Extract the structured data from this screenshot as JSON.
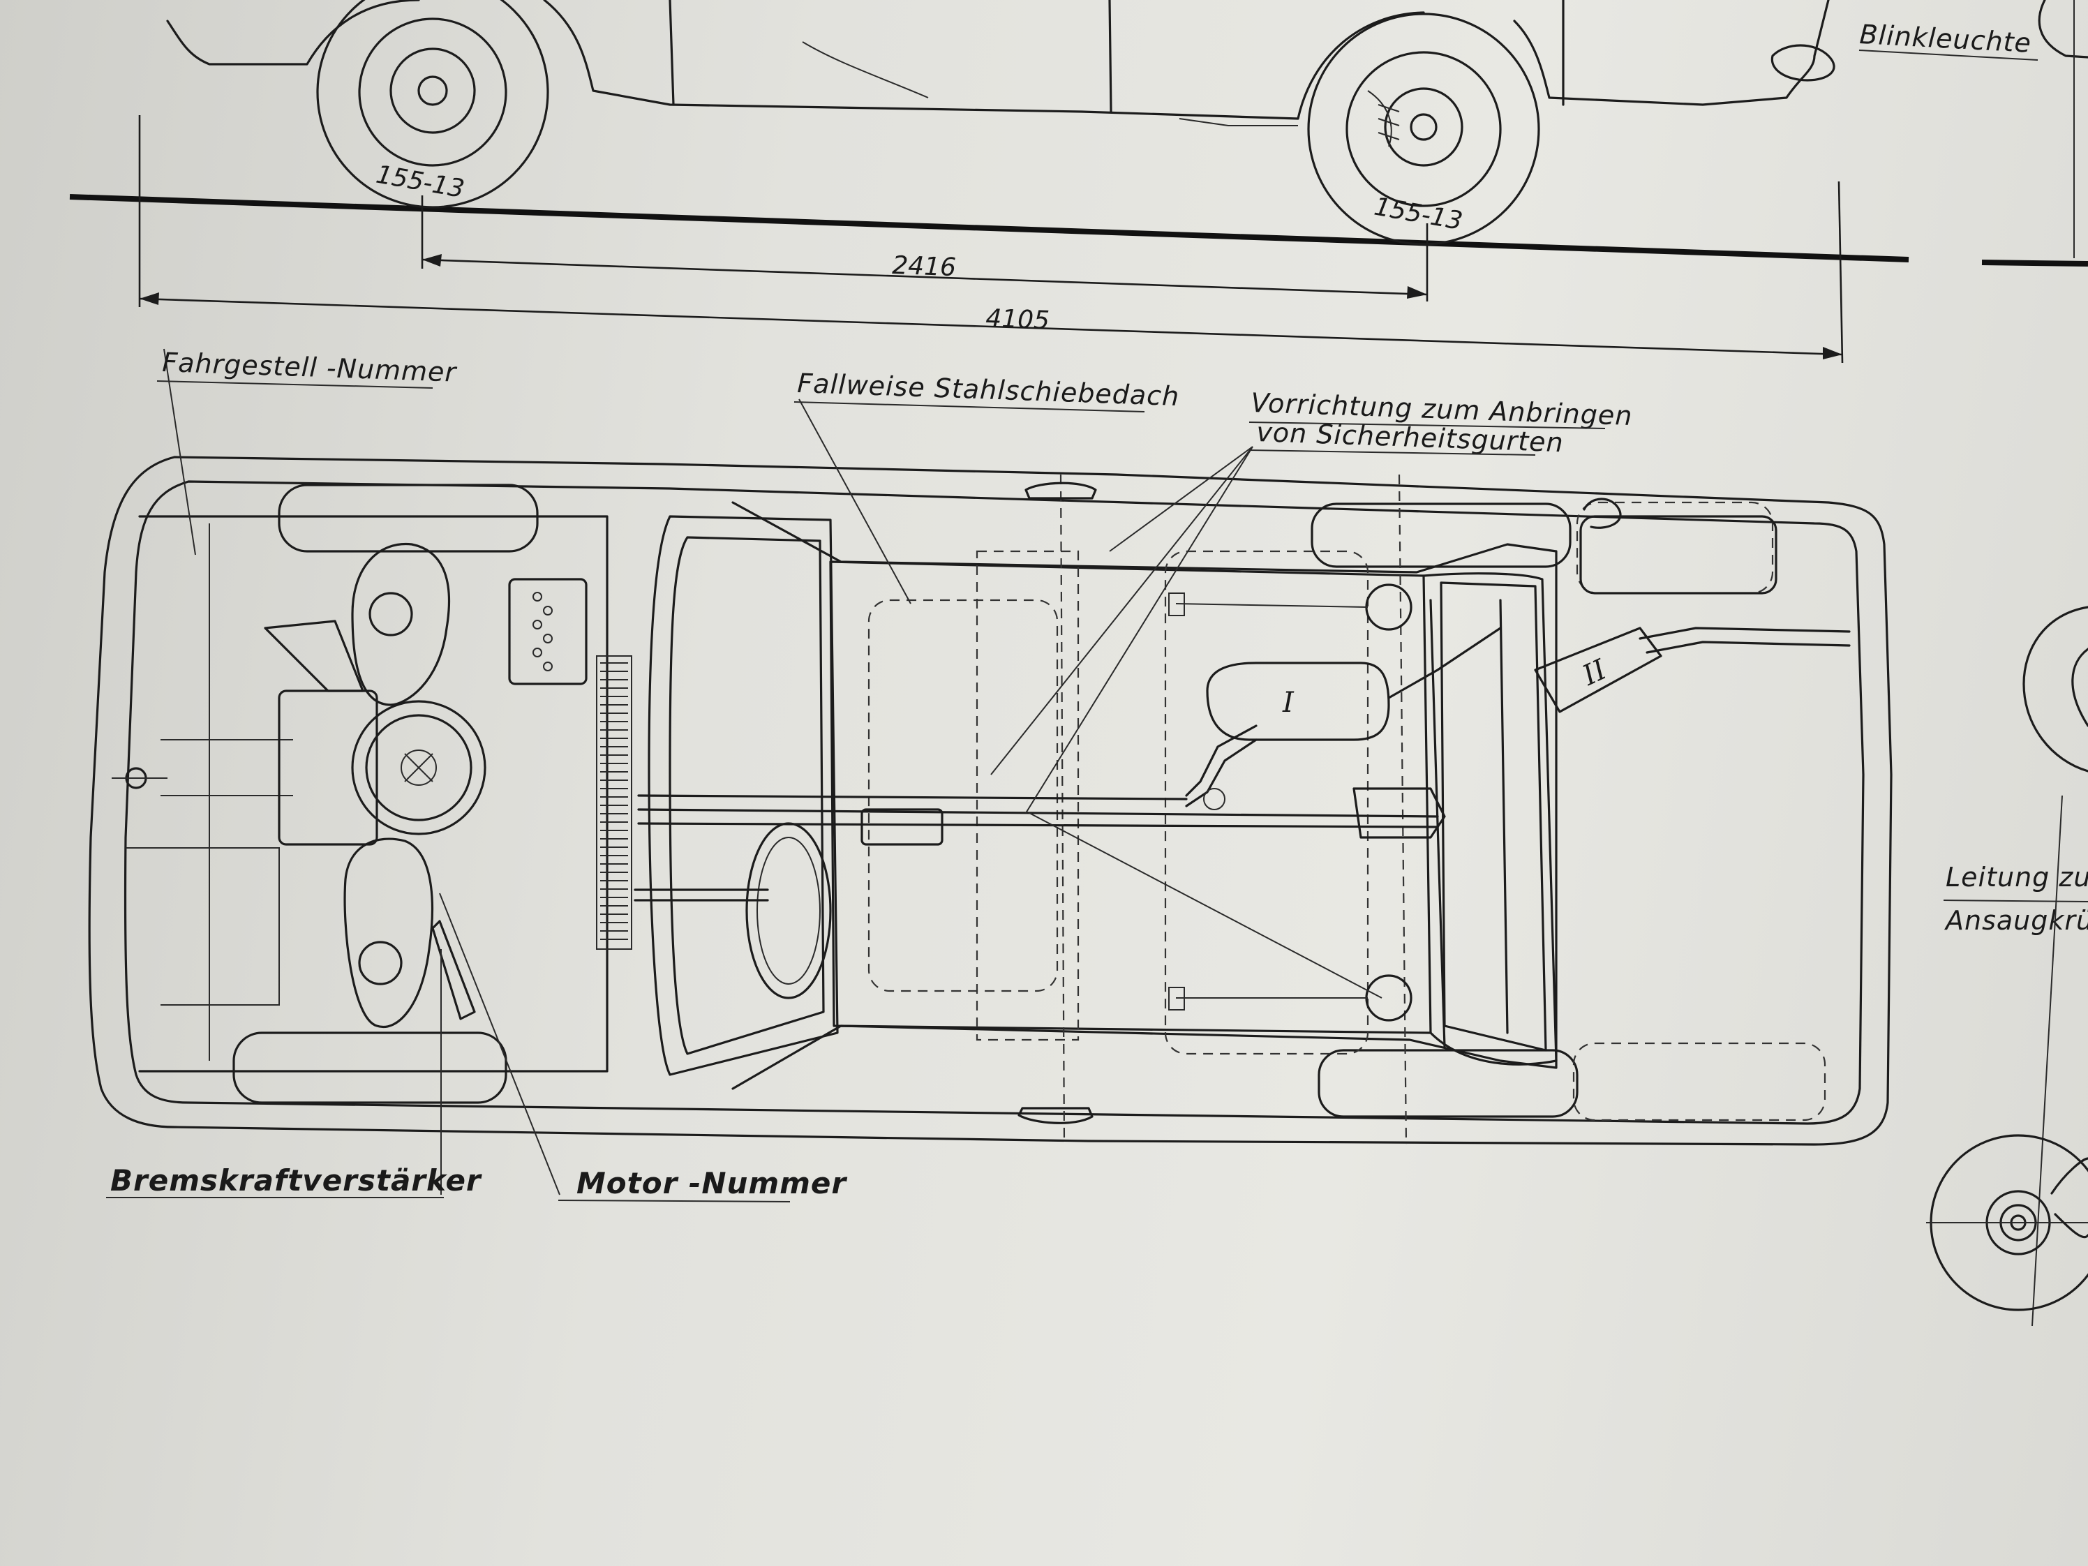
{
  "labels": {
    "blinkleuchte": "Blinkleuchte",
    "fahrgestell": "Fahrgestell -Nummer",
    "schiebedach": "Fallweise  Stahlschiebedach",
    "gurte_line1": "Vorrichtung  zum   Anbringen",
    "gurte_line2": "von   Sicherheitsgurten",
    "leitung": "Leitung  zu",
    "ansaug": "Ansaugkrüm",
    "brems": "Bremskraftverstärker",
    "motor": "Motor -Nummer"
  },
  "dimensions": {
    "wheelbase": "2416",
    "length": "4105"
  },
  "tires": {
    "front": "155-13",
    "rear": "155-13"
  },
  "tank_marks": {
    "tank_1": "I",
    "tank_2": "II"
  }
}
